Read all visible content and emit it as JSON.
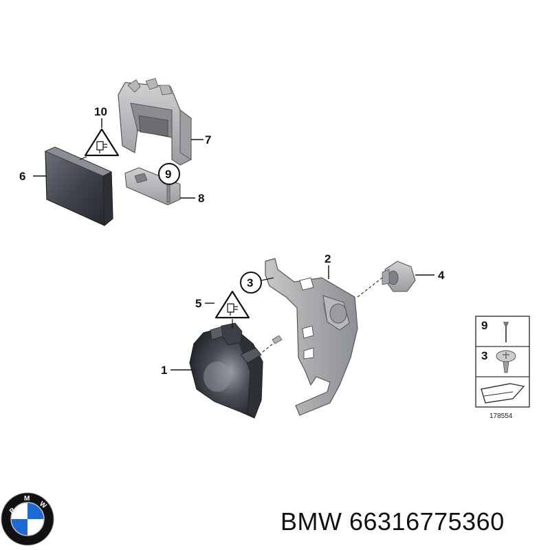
{
  "callouts": {
    "c1": "1",
    "c2": "2",
    "c3": "3",
    "c4": "4",
    "c5": "5",
    "c6": "6",
    "c7": "7",
    "c8": "8",
    "c9": "9",
    "c10": "10"
  },
  "legend": {
    "item_top": "9",
    "item_mid": "3",
    "figure_number": "178554"
  },
  "logo": {
    "letters": "BMW",
    "colors": {
      "blue": "#1c69d4",
      "white": "#ffffff",
      "ring": "#111111"
    }
  },
  "part_title": "BMW 66316775360"
}
